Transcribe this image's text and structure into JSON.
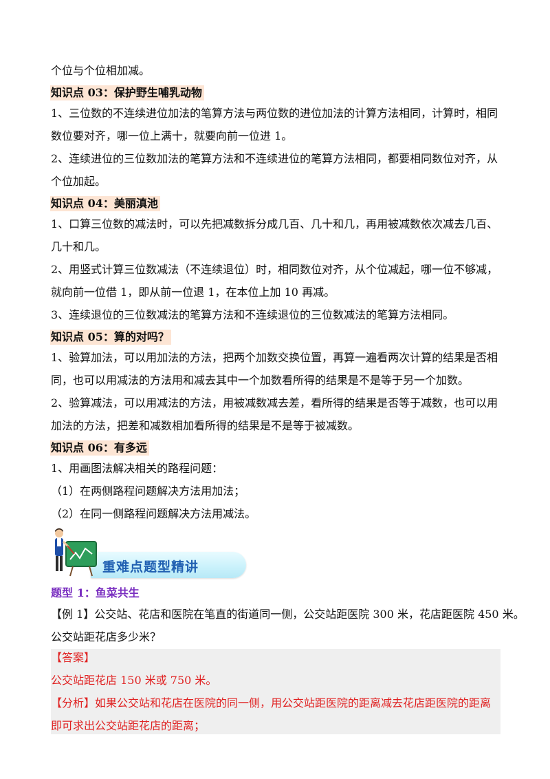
{
  "lines_top": [
    "个位与个位相加减。"
  ],
  "k03": {
    "heading": "知识点 03：保护野生哺乳动物",
    "lines": [
      "1、三位数的不连续进位加法的笔算方法与两位数的进位加法的计算方法相同，计算时，相同",
      "数位要对齐，哪一位上满十，就要向前一位进 1。",
      "2、连续进位的三位数加法的笔算方法和不连续进位的笔算方法相同，都要相同数位对齐，从",
      "个位加起。"
    ]
  },
  "k04": {
    "heading": "知识点 04：美丽滇池",
    "lines": [
      "1、口算三位数的减法时，可以先把减数拆分成几百、几十和几，再用被减数依次减去几百、",
      "几十和几。",
      "2、用竖式计算三位数减法（不连续退位）时，相同数位对齐，从个位减起，哪一位不够减，",
      "就向前一位借 1，即从前一位退 1，在本位上加 10 再减。",
      "3、连续退位的三位数减法的笔算方法和不连续退位的三位数减法的笔算方法相同。"
    ]
  },
  "k05": {
    "heading": "知识点 05：算的对吗？",
    "lines": [
      "1、验算加法，可以用加法的方法，把两个加数交换位置，再算一遍看两次计算的结果是否相",
      "同，也可以用减法的方法用和减去其中一个加数看所得的结果是不是等于另一个加数。",
      "2、验算减法，可以用减法的方法，用被减数减去差，看所得的结果是否等于减数，也可以用",
      "加法的方法，把差和减数相加看所得的结果是不是等于被减数。"
    ]
  },
  "k06": {
    "heading": "知识点 06：有多远",
    "lines": [
      "1、用画图法解决相关的路程问题：",
      "（1）在两侧路程问题解决方法用加法；",
      "（2）在同一侧路程问题解决方法用减法。"
    ]
  },
  "banner": {
    "title": "重难点题型精讲"
  },
  "type1": {
    "title": "题型 1：鱼菜共生"
  },
  "example1": {
    "lines": [
      "【例 1】公交站、花店和医院在笔直的街道同一侧，公交站距医院 300 米，花店距医院 450 米。",
      "公交站距花店多少米？"
    ]
  },
  "answer": {
    "label": "【答案】",
    "text": "公交站距花店 150 米或 750 米。",
    "analysis_1": "【分析】如果公交站和花店在医院的同一侧，用公交站距医院的距离减去花店距医院的距离",
    "analysis_2": "即可求出公交站距花店的距离；"
  },
  "colors": {
    "heading_bg": "#fde5d4",
    "banner_text": "#1f5fb1",
    "type_title": "#7a2fc0",
    "answer_red": "#e02222",
    "answer_bg": "#efefef"
  }
}
